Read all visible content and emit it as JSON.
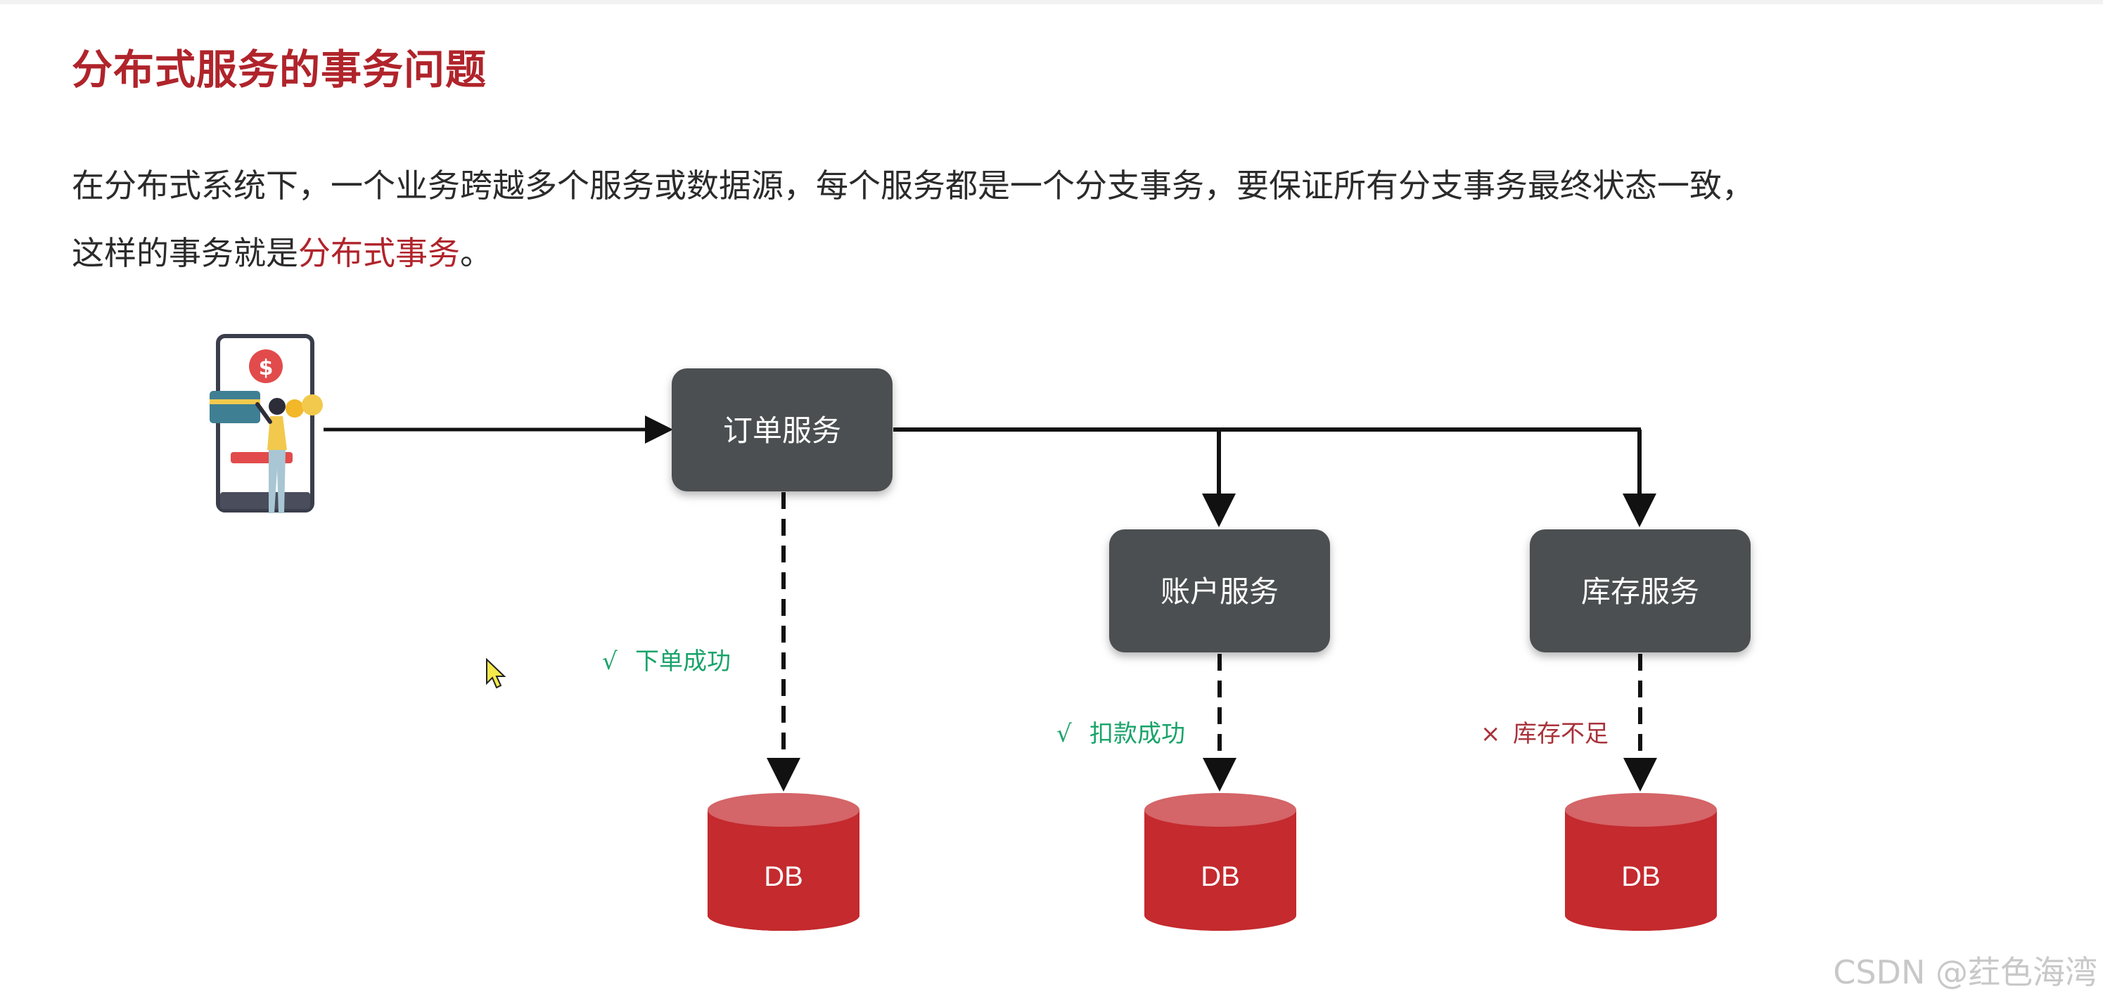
{
  "title": "分布式服务的事务问题",
  "description": {
    "line1": "在分布式系统下，一个业务跨越多个服务或数据源，每个服务都是一个分支事务，要保证所有分支事务最终状态一致，",
    "line2_prefix": "这样的事务就是",
    "line2_highlight": "分布式事务",
    "line2_suffix": "。"
  },
  "diagram": {
    "services": {
      "order": "订单服务",
      "account": "账户服务",
      "stock": "库存服务"
    },
    "results": {
      "order": {
        "mark": "√",
        "text": "下单成功",
        "status": "success"
      },
      "account": {
        "mark": "√",
        "text": "扣款成功",
        "status": "success"
      },
      "stock": {
        "mark": "×",
        "text": "库存不足",
        "status": "failure"
      }
    },
    "db_label": "DB"
  },
  "colors": {
    "title": "#b0242b",
    "service_box": "#4c4f51",
    "db": "#c42a2e",
    "success": "#1aa36a",
    "failure": "#a8323a"
  },
  "watermark": "CSDN @荭色海湾"
}
